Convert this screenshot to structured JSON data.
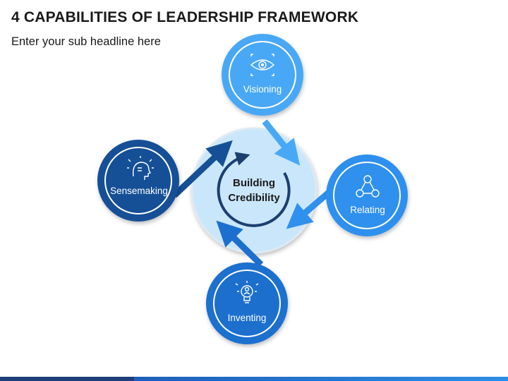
{
  "header": {
    "title": "4 CAPABILITIES OF LEADERSHIP FRAMEWORK",
    "subtitle": "Enter your sub headline here"
  },
  "center": {
    "line1": "Building",
    "line2": "Credibility"
  },
  "nodes": {
    "visioning": {
      "label": "Visioning",
      "icon": "eye-target-icon"
    },
    "relating": {
      "label": "Relating",
      "icon": "network-people-icon"
    },
    "inventing": {
      "label": "Inventing",
      "icon": "lightbulb-person-icon"
    },
    "sensemaking": {
      "label": "Sensemaking",
      "icon": "head-thinking-icon"
    }
  },
  "colors": {
    "visioning": "#49a8f5",
    "relating": "#2f90ee",
    "inventing": "#1d6fce",
    "sensemaking": "#154f96",
    "center_fill": "#c9e6fb",
    "center_ring": "#1c3f70"
  }
}
